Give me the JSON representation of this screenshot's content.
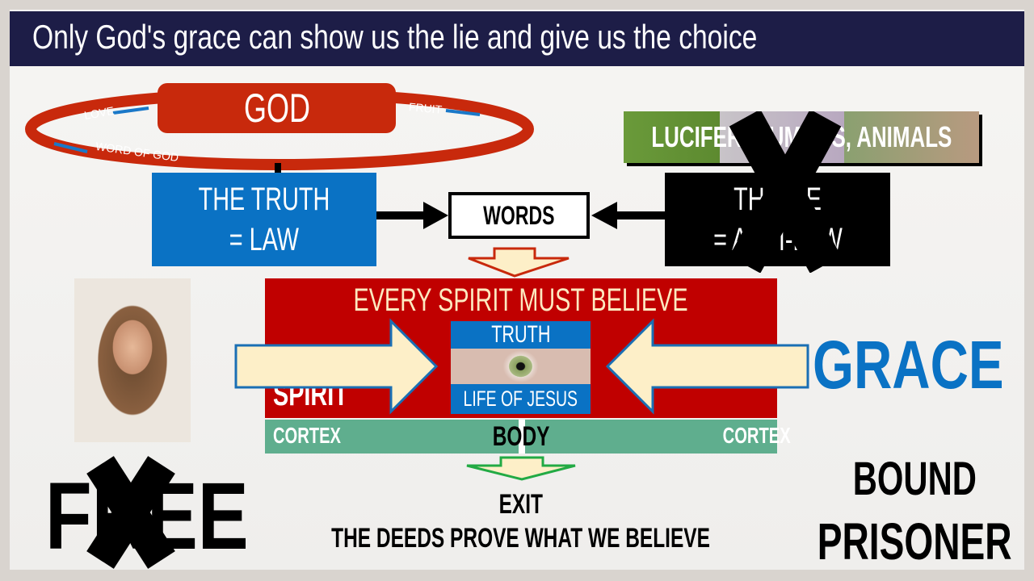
{
  "title": "Only God's grace can show us the lie and give us the choice",
  "god": {
    "label": "GOD",
    "love": "LOVE",
    "fruit": "FRUIT",
    "word": "WORD OF GOD"
  },
  "truth": {
    "line1": "THE TRUTH",
    "line2": "= LAW"
  },
  "words": "WORDS",
  "lie": {
    "line1": "THE LIE",
    "line2": "= ANTI-LAW"
  },
  "banner": "LUCIFER, HUMANS, ANIMALS",
  "spirit_box": {
    "heading": "EVERY SPIRIT MUST BELIEVE",
    "spirit": "SPIRIT",
    "truth": "TRUTH",
    "life": "LIFE OF JESUS"
  },
  "grace": "GRACE",
  "body_bar": {
    "left": "CORTEX",
    "center": "BODY",
    "right": "CORTEX"
  },
  "exit": "EXIT",
  "deeds": "THE DEEDS PROVE WHAT WE BELIEVE",
  "free": "FREE",
  "bound": "BOUND",
  "prisoner": "PRISONER",
  "colors": {
    "red": "#c8290c",
    "blue": "#0a72c4",
    "navy": "#1d1d47",
    "green": "#5fae8e",
    "cream": "#fdefc8"
  }
}
